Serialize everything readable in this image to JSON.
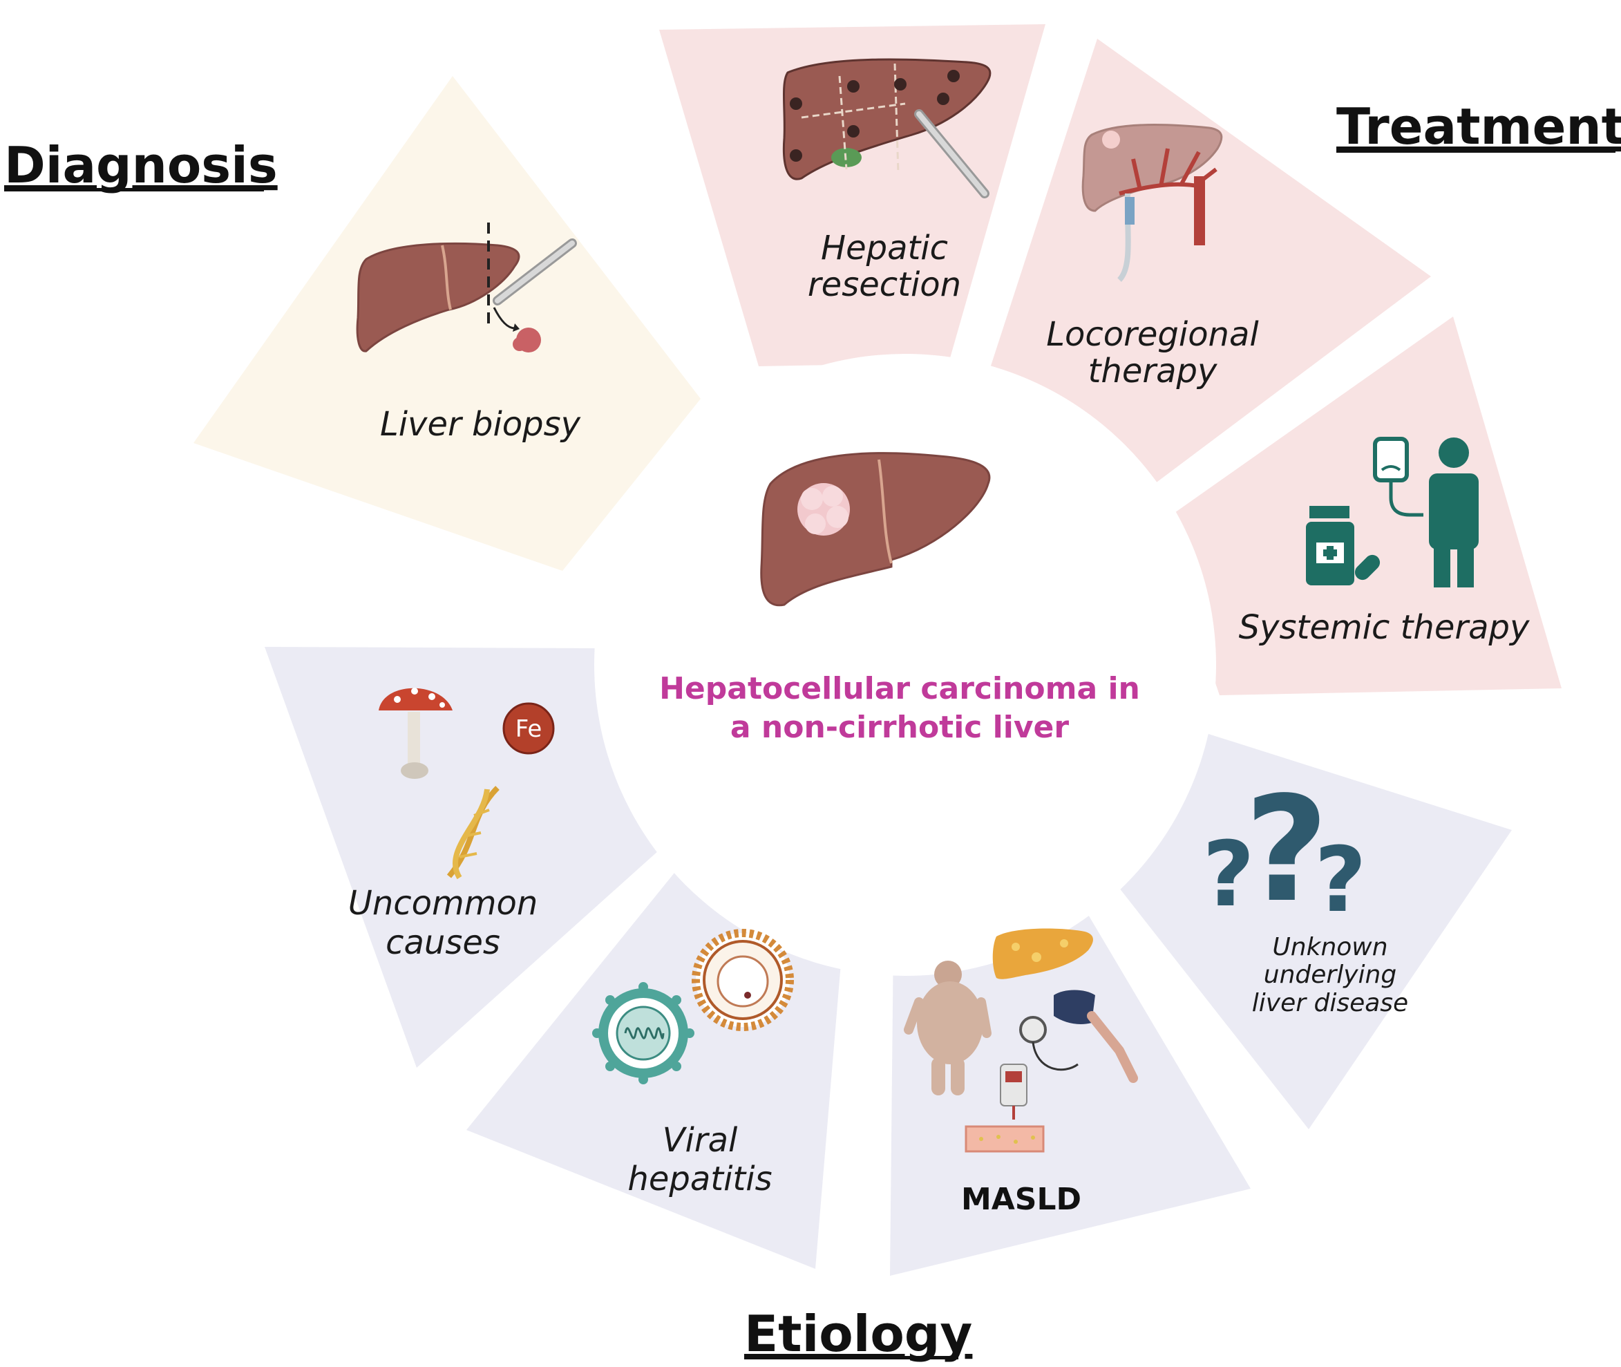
{
  "headings": {
    "diagnosis": "Diagnosis",
    "treatment": "Treatment",
    "etiology": "Etiology"
  },
  "center": {
    "line1": "Hepatocellular carcinoma in",
    "line2": "a non-cirrhotic liver"
  },
  "segments": {
    "liver_biopsy": "Liver biopsy",
    "hepatic_resection": {
      "line1": "Hepatic",
      "line2": "resection"
    },
    "locoregional": {
      "line1": "Locoregional",
      "line2": "therapy"
    },
    "systemic": "Systemic therapy",
    "unknown": {
      "line1": "Unknown",
      "line2": "underlying",
      "line3": "liver disease"
    },
    "masld": "MASLD",
    "viral": {
      "line1": "Viral",
      "line2": "hepatitis"
    },
    "uncommon": {
      "line1": "Uncommon",
      "line2": "causes"
    }
  },
  "icons": {
    "iron_symbol": "Fe"
  },
  "colors": {
    "diagnosis_fill": "#fcf6ea",
    "treatment_fill": "#f8e3e3",
    "etiology_fill": "#ebebf4",
    "liver": "#9a5a52",
    "liver_dark": "#7c4540",
    "tumor": "#f2c9cd",
    "center_text": "#c03a9a",
    "teal": "#1e6e63"
  }
}
